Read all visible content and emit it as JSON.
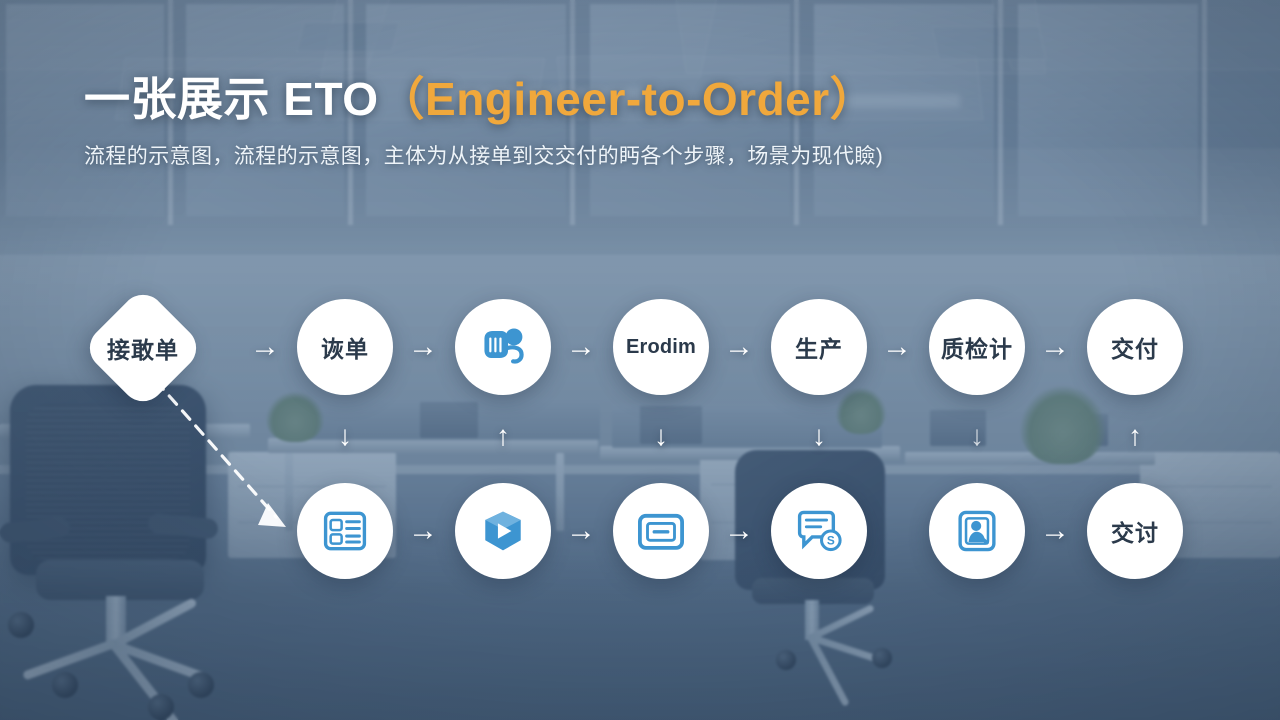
{
  "header": {
    "title_cn": "一张展示 ETO",
    "title_paren": "（Engineer-to-Order）",
    "subtitle": "流程的示意图，流程的示意图，主体为从接单到交交付的眄各个步骤，场景为现代瞼)"
  },
  "colors": {
    "accent_orange": "#F0A83C",
    "icon_blue": "#3D95D1",
    "node_fill": "#FFFFFF",
    "node_text": "#2B3A4B",
    "overlay_blue": "#4E6A8A"
  },
  "flow": {
    "top_row": [
      {
        "id": "n1",
        "shape": "diamond",
        "kind": "text",
        "label": "接敢单"
      },
      {
        "id": "n2",
        "shape": "circle",
        "kind": "text",
        "label": "诙单"
      },
      {
        "id": "n3",
        "shape": "circle",
        "kind": "icon",
        "label": "",
        "icon": "document-person-icon"
      },
      {
        "id": "n4",
        "shape": "circle",
        "kind": "text",
        "label": "Erodim"
      },
      {
        "id": "n5",
        "shape": "circle",
        "kind": "text",
        "label": "生产"
      },
      {
        "id": "n6",
        "shape": "circle",
        "kind": "text",
        "label": "质检计"
      },
      {
        "id": "n7",
        "shape": "circle",
        "kind": "text",
        "label": "交付"
      }
    ],
    "bottom_row": [
      {
        "id": "b1",
        "shape": "circle",
        "kind": "icon",
        "label": "",
        "icon": "form-list-icon"
      },
      {
        "id": "b2",
        "shape": "circle",
        "kind": "icon",
        "label": "",
        "icon": "play-box-icon"
      },
      {
        "id": "b3",
        "shape": "circle",
        "kind": "icon",
        "label": "",
        "icon": "window-frame-icon"
      },
      {
        "id": "b4",
        "shape": "circle",
        "kind": "icon",
        "label": "",
        "icon": "chat-invoice-icon"
      },
      {
        "id": "b5",
        "shape": "circle",
        "kind": "icon",
        "label": "",
        "icon": "id-card-person-icon"
      },
      {
        "id": "b6",
        "shape": "circle",
        "kind": "text",
        "label": "交讨"
      }
    ],
    "horizontal_arrows_top": [
      "→",
      "→",
      "→",
      "→",
      "→",
      "→"
    ],
    "horizontal_arrows_bottom": [
      "→",
      "→",
      "→"
    ],
    "vertical_arrows": [
      {
        "dir": "down",
        "glyph": "↓"
      },
      {
        "dir": "up",
        "glyph": "↑"
      },
      {
        "dir": "down",
        "glyph": "↓"
      },
      {
        "dir": "down",
        "glyph": "↓"
      },
      {
        "dir": "down",
        "glyph": "↓"
      },
      {
        "dir": "up",
        "glyph": "↑"
      }
    ],
    "dashed_connector": "diamond-to-first-bottom-node"
  }
}
